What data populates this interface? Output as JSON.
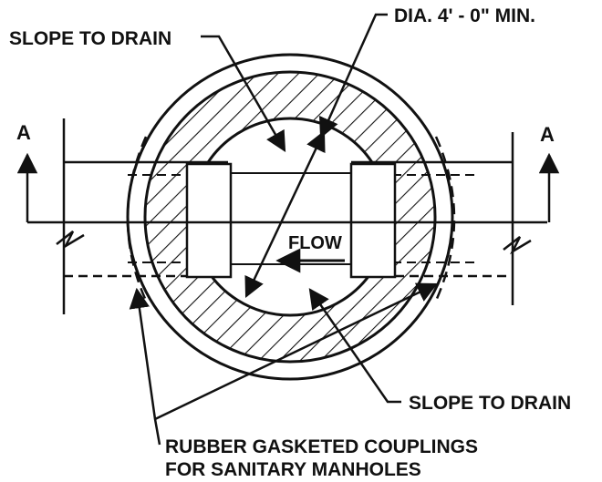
{
  "labels": {
    "slope_top": "SLOPE TO DRAIN",
    "diameter": "DIA. 4' - 0\" MIN.",
    "section_left": "A",
    "section_right": "A",
    "flow": "FLOW",
    "slope_bottom": "SLOPE TO DRAIN",
    "couplings_line1": "RUBBER GASKETED COUPLINGS",
    "couplings_line2": "FOR SANITARY MANHOLES"
  },
  "colors": {
    "ink": "#111111",
    "paper": "#ffffff"
  }
}
